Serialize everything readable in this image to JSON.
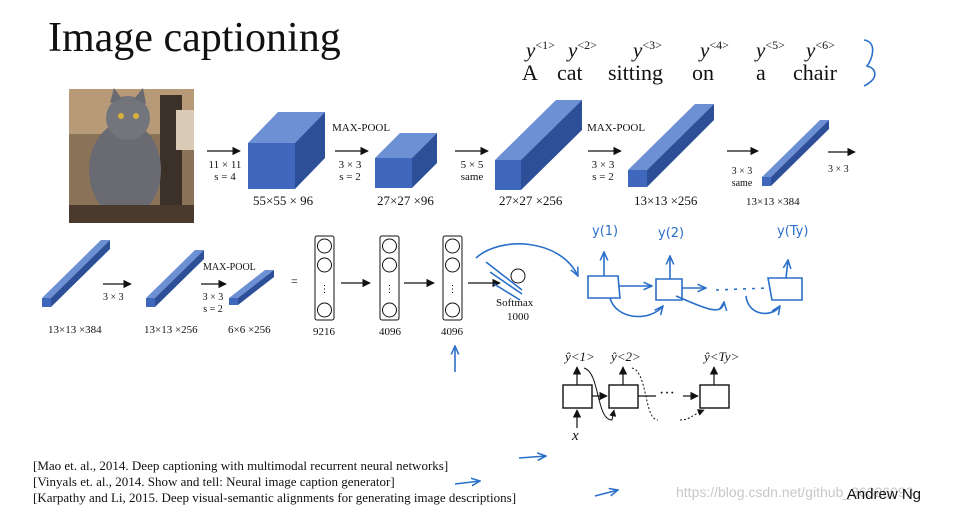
{
  "title": "Image captioning",
  "caption": {
    "ys": [
      "1",
      "2",
      "3",
      "4",
      "5",
      "6"
    ],
    "words": [
      "A",
      "cat",
      "sitting",
      "on",
      "a",
      "chair"
    ]
  },
  "cnn": {
    "row1": [
      {
        "arrow": "11 × 11\ns = 4",
        "dim": "55×55 × 96"
      },
      {
        "arrow": "MAX-POOL\n3 × 3\ns = 2",
        "dim": "27×27 ×96"
      },
      {
        "arrow": "5 × 5\nsame",
        "dim": "27×27 ×256"
      },
      {
        "arrow": "MAX-POOL\n3 × 3\ns = 2",
        "dim": "13×13 ×256"
      },
      {
        "arrow": "3 × 3\nsame",
        "dim": "13×13 ×384"
      },
      {
        "arrow": "3 × 3",
        "dim": ""
      }
    ],
    "row2": [
      {
        "dim": "13×13 ×384",
        "arrow": "3 × 3"
      },
      {
        "dim": "13×13 ×256",
        "arrow": "MAX-POOL\n3 × 3\ns = 2"
      },
      {
        "dim": "6×6 ×256",
        "arrow": "="
      }
    ],
    "fc": [
      "9216",
      "4096",
      "4096"
    ],
    "softmax": "Softmax",
    "softmax_n": "1000"
  },
  "rnn": {
    "outputs": [
      "ŷ<1>",
      "ŷ<2>",
      "ŷ<Ty>"
    ],
    "input": "x",
    "dots": "···"
  },
  "handwritten": {
    "outputs": [
      "y(1)",
      "y(2)",
      "y(Ty)"
    ]
  },
  "references": [
    "[Mao et. al., 2014. Deep captioning with multimodal recurrent neural networks]",
    "[Vinyals et. al., 2014. Show and tell: Neural image caption generator]",
    "[Karpathy and Li, 2015. Deep visual-semantic alignments for generating image descriptions]"
  ],
  "author": "Andrew Ng",
  "watermark": "https://blog.csdn.net/github_36326093",
  "colors": {
    "block_front": "#3f68bc",
    "block_top": "#6d8fd3",
    "block_side": "#2d4f98",
    "ink": "#2a6fc9"
  }
}
